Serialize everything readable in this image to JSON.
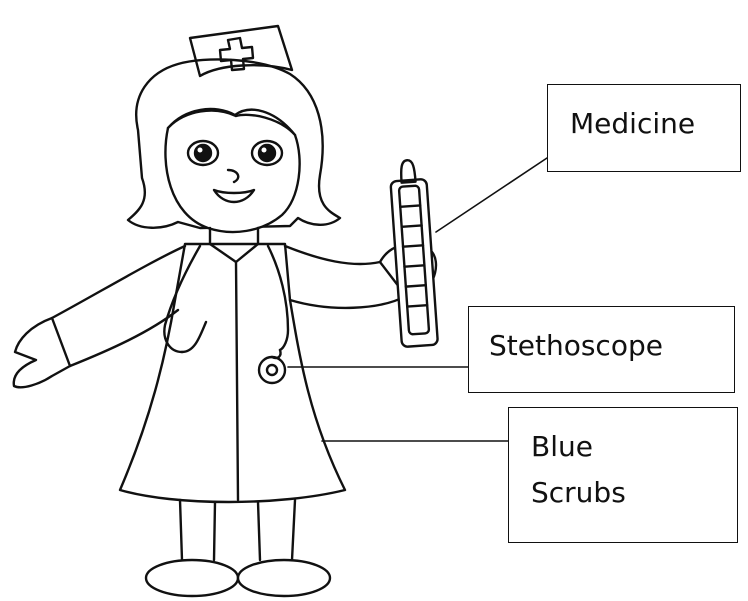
{
  "labels": {
    "medicine": "Medicine",
    "stethoscope": "Stethoscope",
    "scrubs_line1": "Blue",
    "scrubs_line2": "Scrubs"
  },
  "colors": {
    "outline": "#111111",
    "background": "#ffffff"
  }
}
